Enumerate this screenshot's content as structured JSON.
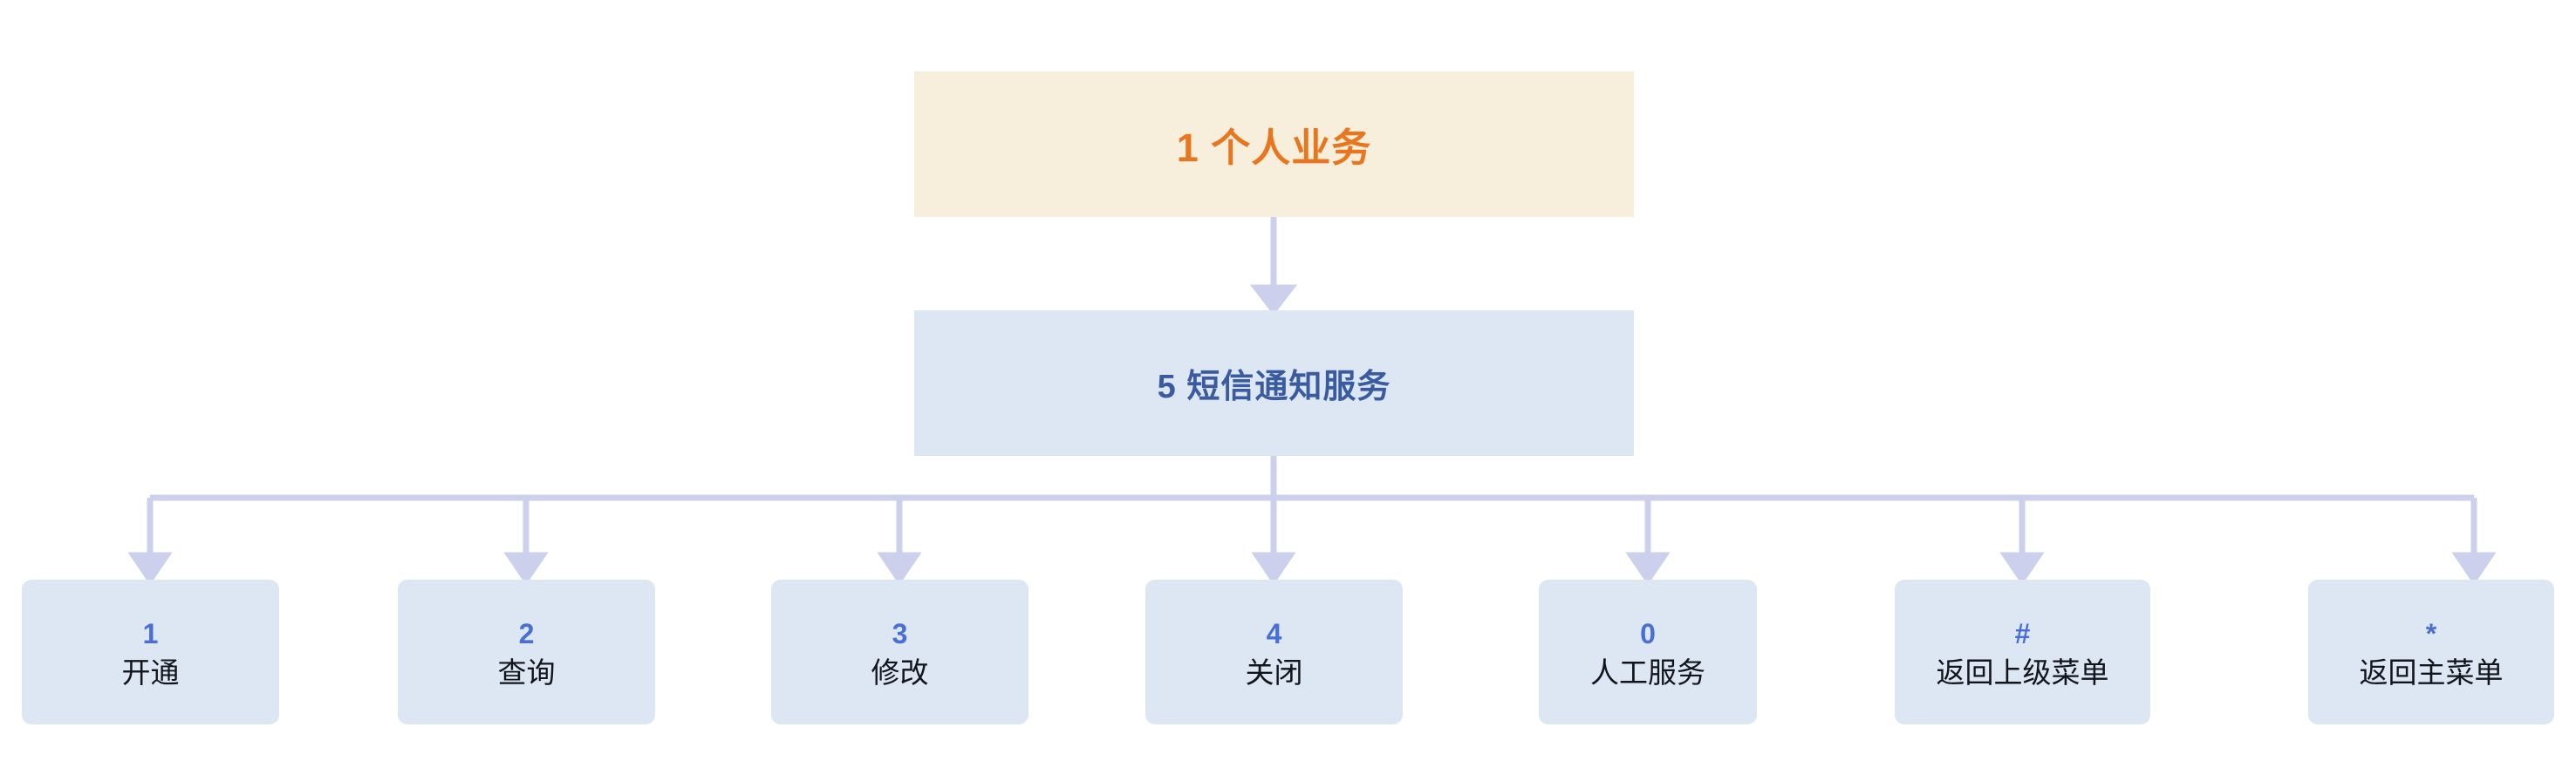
{
  "diagram": {
    "type": "ivr-menu-tree",
    "background_color": "#ffffff",
    "colors": {
      "root_fill": "#f7eedc",
      "root_text": "#e8761e",
      "branch_fill": "#dce7f3",
      "branch_text": "#3a5ba0",
      "leaf_fill": "#dce7f3",
      "leaf_key_text": "#4a6fd4",
      "leaf_label_text": "#12151c",
      "connector": "#ccd0ec"
    },
    "root": {
      "key": "1",
      "label": "个人业务",
      "text": "1 个人业务"
    },
    "branch": {
      "key": "5",
      "label": "短信通知服务",
      "text": "5 短信通知服务"
    },
    "leaves": [
      {
        "key": "1",
        "label": "开通"
      },
      {
        "key": "2",
        "label": "查询"
      },
      {
        "key": "3",
        "label": "修改"
      },
      {
        "key": "4",
        "label": "关闭"
      },
      {
        "key": "0",
        "label": "人工服务"
      },
      {
        "key": "#",
        "label": "返回上级菜单"
      },
      {
        "key": "*",
        "label": "返回主菜单"
      }
    ]
  }
}
